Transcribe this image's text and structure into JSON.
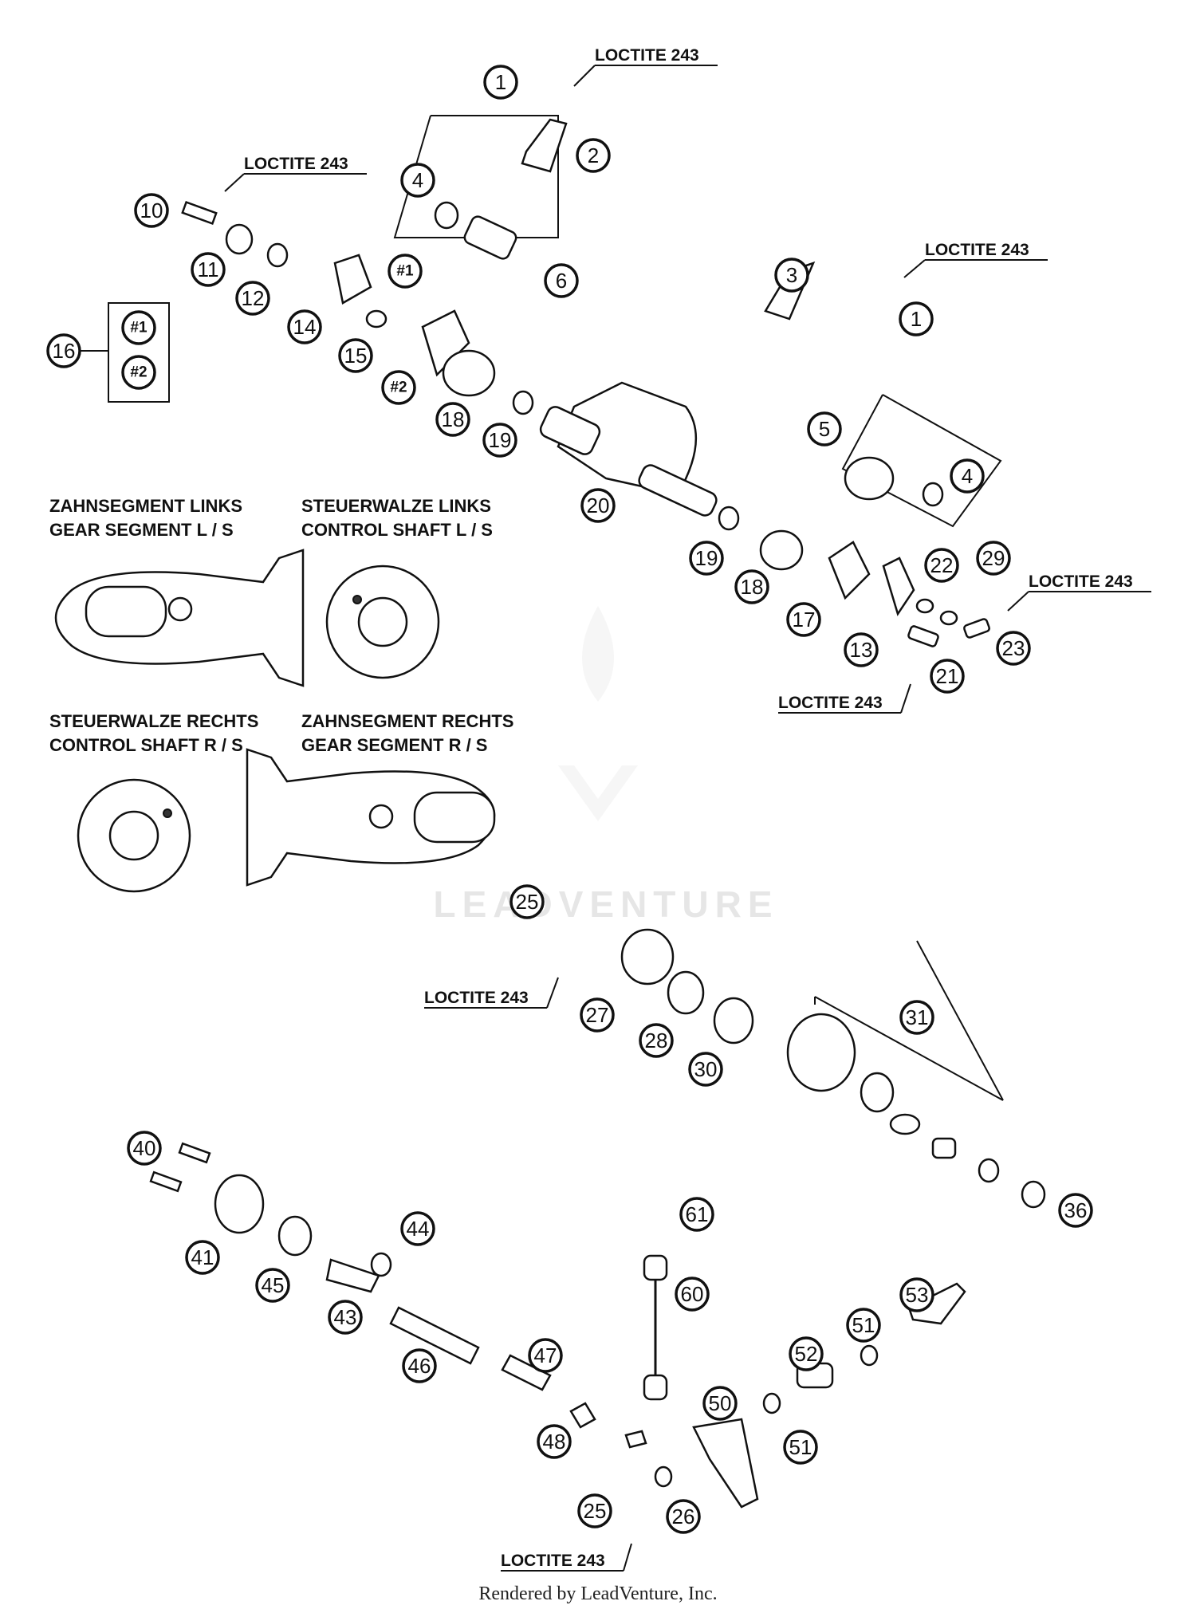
{
  "callouts": [
    "1",
    "2",
    "3",
    "4",
    "5",
    "6",
    "10",
    "11",
    "12",
    "13",
    "14",
    "15",
    "16",
    "17",
    "18",
    "19",
    "20",
    "21",
    "22",
    "23",
    "25",
    "26",
    "27",
    "28",
    "29",
    "30",
    "31",
    "36",
    "40",
    "41",
    "43",
    "44",
    "45",
    "46",
    "47",
    "48",
    "50",
    "51",
    "52",
    "53",
    "60",
    "61"
  ],
  "sub_labels": [
    "#1",
    "#2"
  ],
  "loctite_label": "LOCTITE 243",
  "section_labels": {
    "gear_segment_left_de": "ZAHNSEGMENT LINKS",
    "gear_segment_left_en": "GEAR SEGMENT L / S",
    "control_shaft_left_de": "STEUERWALZE LINKS",
    "control_shaft_left_en": "CONTROL SHAFT L / S",
    "control_shaft_right_de": "STEUERWALZE RECHTS",
    "control_shaft_right_en": "CONTROL SHAFT R / S",
    "gear_segment_right_de": "ZAHNSEGMENT RECHTS",
    "gear_segment_right_en": "GEAR SEGMENT R / S"
  },
  "watermark": "LEADVENTURE",
  "footer": "Rendered by LeadVenture, Inc."
}
